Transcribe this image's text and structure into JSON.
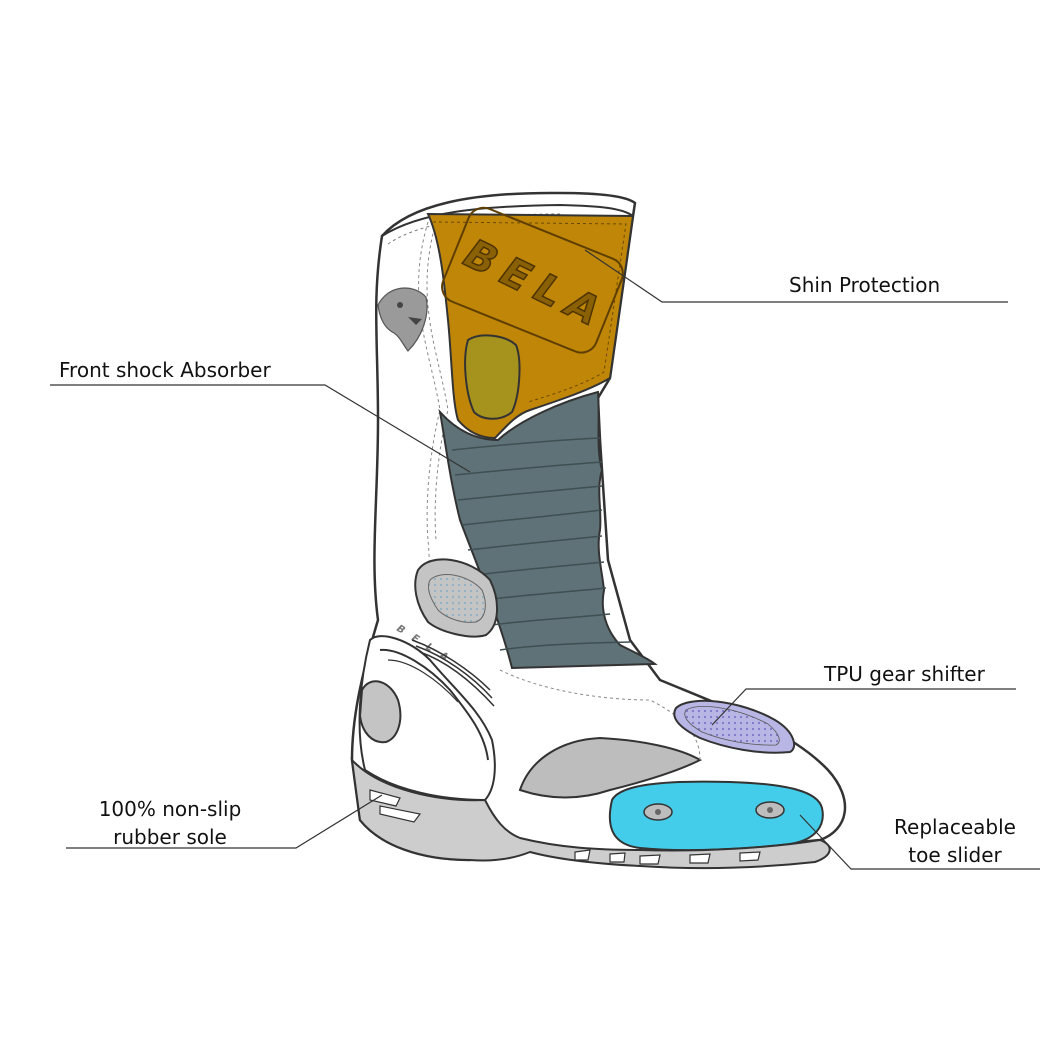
{
  "brand": {
    "logo_text": "BELA",
    "logo_text_small": "BELA"
  },
  "callouts": {
    "shin_protection": "Shin Protection",
    "front_shock_absorber": "Front shock Absorber",
    "tpu_gear_shifter": "TPU gear shifter",
    "toe_slider_line1": "Replaceable",
    "toe_slider_line2": "toe slider",
    "sole_line1": "100% non-slip",
    "sole_line2": "rubber sole"
  },
  "colors": {
    "shin_plate": "#c08608",
    "shin_window": "#a6931e",
    "accordion": "#5f7277",
    "toe_slider": "#44cdea",
    "gear_shifter": "#b8b6e4",
    "vent_fill": "#c8dbe6",
    "grey_trim": "#bdbdbd",
    "sole": "#cdcdcd",
    "outline": "#333333"
  }
}
